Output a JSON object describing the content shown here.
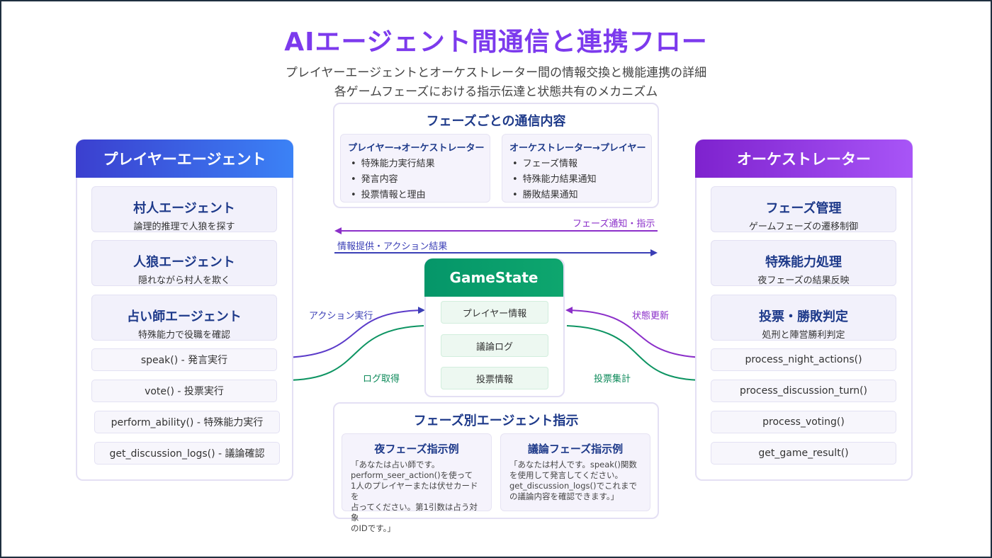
{
  "header": {
    "title": "AIエージェント間通信と連携フロー",
    "subtitle1": "プレイヤーエージェントとオーケストレーター間の情報交換と機能連携の詳細",
    "subtitle2": "各ゲームフェーズにおける指示伝達と状態共有のメカニズム"
  },
  "player": {
    "title": "プレイヤーエージェント",
    "roles": [
      {
        "title": "村人エージェント",
        "desc": "論理的推理で人狼を探す"
      },
      {
        "title": "人狼エージェント",
        "desc": "隠れながら村人を欺く"
      },
      {
        "title": "占い師エージェント",
        "desc": "特殊能力で役職を確認"
      }
    ],
    "functions": [
      "speak() - 発言実行",
      "vote() - 投票実行",
      "perform_ability() - 特殊能力実行",
      "get_discussion_logs() - 議論確認"
    ]
  },
  "orchestrator": {
    "title": "オーケストレーター",
    "roles": [
      {
        "title": "フェーズ管理",
        "desc": "ゲームフェーズの遷移制御"
      },
      {
        "title": "特殊能力処理",
        "desc": "夜フェーズの結果反映"
      },
      {
        "title": "投票・勝敗判定",
        "desc": "処刑と陣営勝利判定"
      }
    ],
    "functions": [
      "process_night_actions()",
      "process_discussion_turn()",
      "process_voting()",
      "get_game_result()"
    ]
  },
  "comm": {
    "title": "フェーズごとの通信内容",
    "left_title": "プレイヤー→オーケストレーター",
    "left_items": [
      "特殊能力実行結果",
      "発言内容",
      "投票情報と理由"
    ],
    "right_title": "オーケストレーター→プレイヤー",
    "right_items": [
      "フェーズ情報",
      "特殊能力結果通知",
      "勝敗結果通知"
    ]
  },
  "flows": {
    "top_left": "フェーズ通知・指示",
    "top_right": "情報提供・アクション結果",
    "action": "アクション実行",
    "log": "ログ取得",
    "state": "状態更新",
    "tally": "投票集計"
  },
  "gamestate": {
    "title": "GameState",
    "items": [
      "プレイヤー情報",
      "議論ログ",
      "投票情報"
    ]
  },
  "instructions": {
    "title": "フェーズ別エージェント指示",
    "night": {
      "title": "夜フェーズ指示例",
      "text": "「あなたは占い師です。\nperform_seer_action()を使って\n1人のプレイヤーまたは伏せカードを\n占ってください。第1引数は占う対象\nのIDです。」"
    },
    "discussion": {
      "title": "議論フェーズ指示例",
      "text": "「あなたは村人です。speak()関数\nを使用して発言してください。\nget_discussion_logs()でこれまで\nの議論内容を確認できます。」"
    }
  },
  "colors": {
    "title": "#7c3aed",
    "heading": "#1e3a8a",
    "player_head": "#3b3fcf",
    "orchestrator_head": "#9333ea",
    "gamestate_head": "#059669"
  }
}
